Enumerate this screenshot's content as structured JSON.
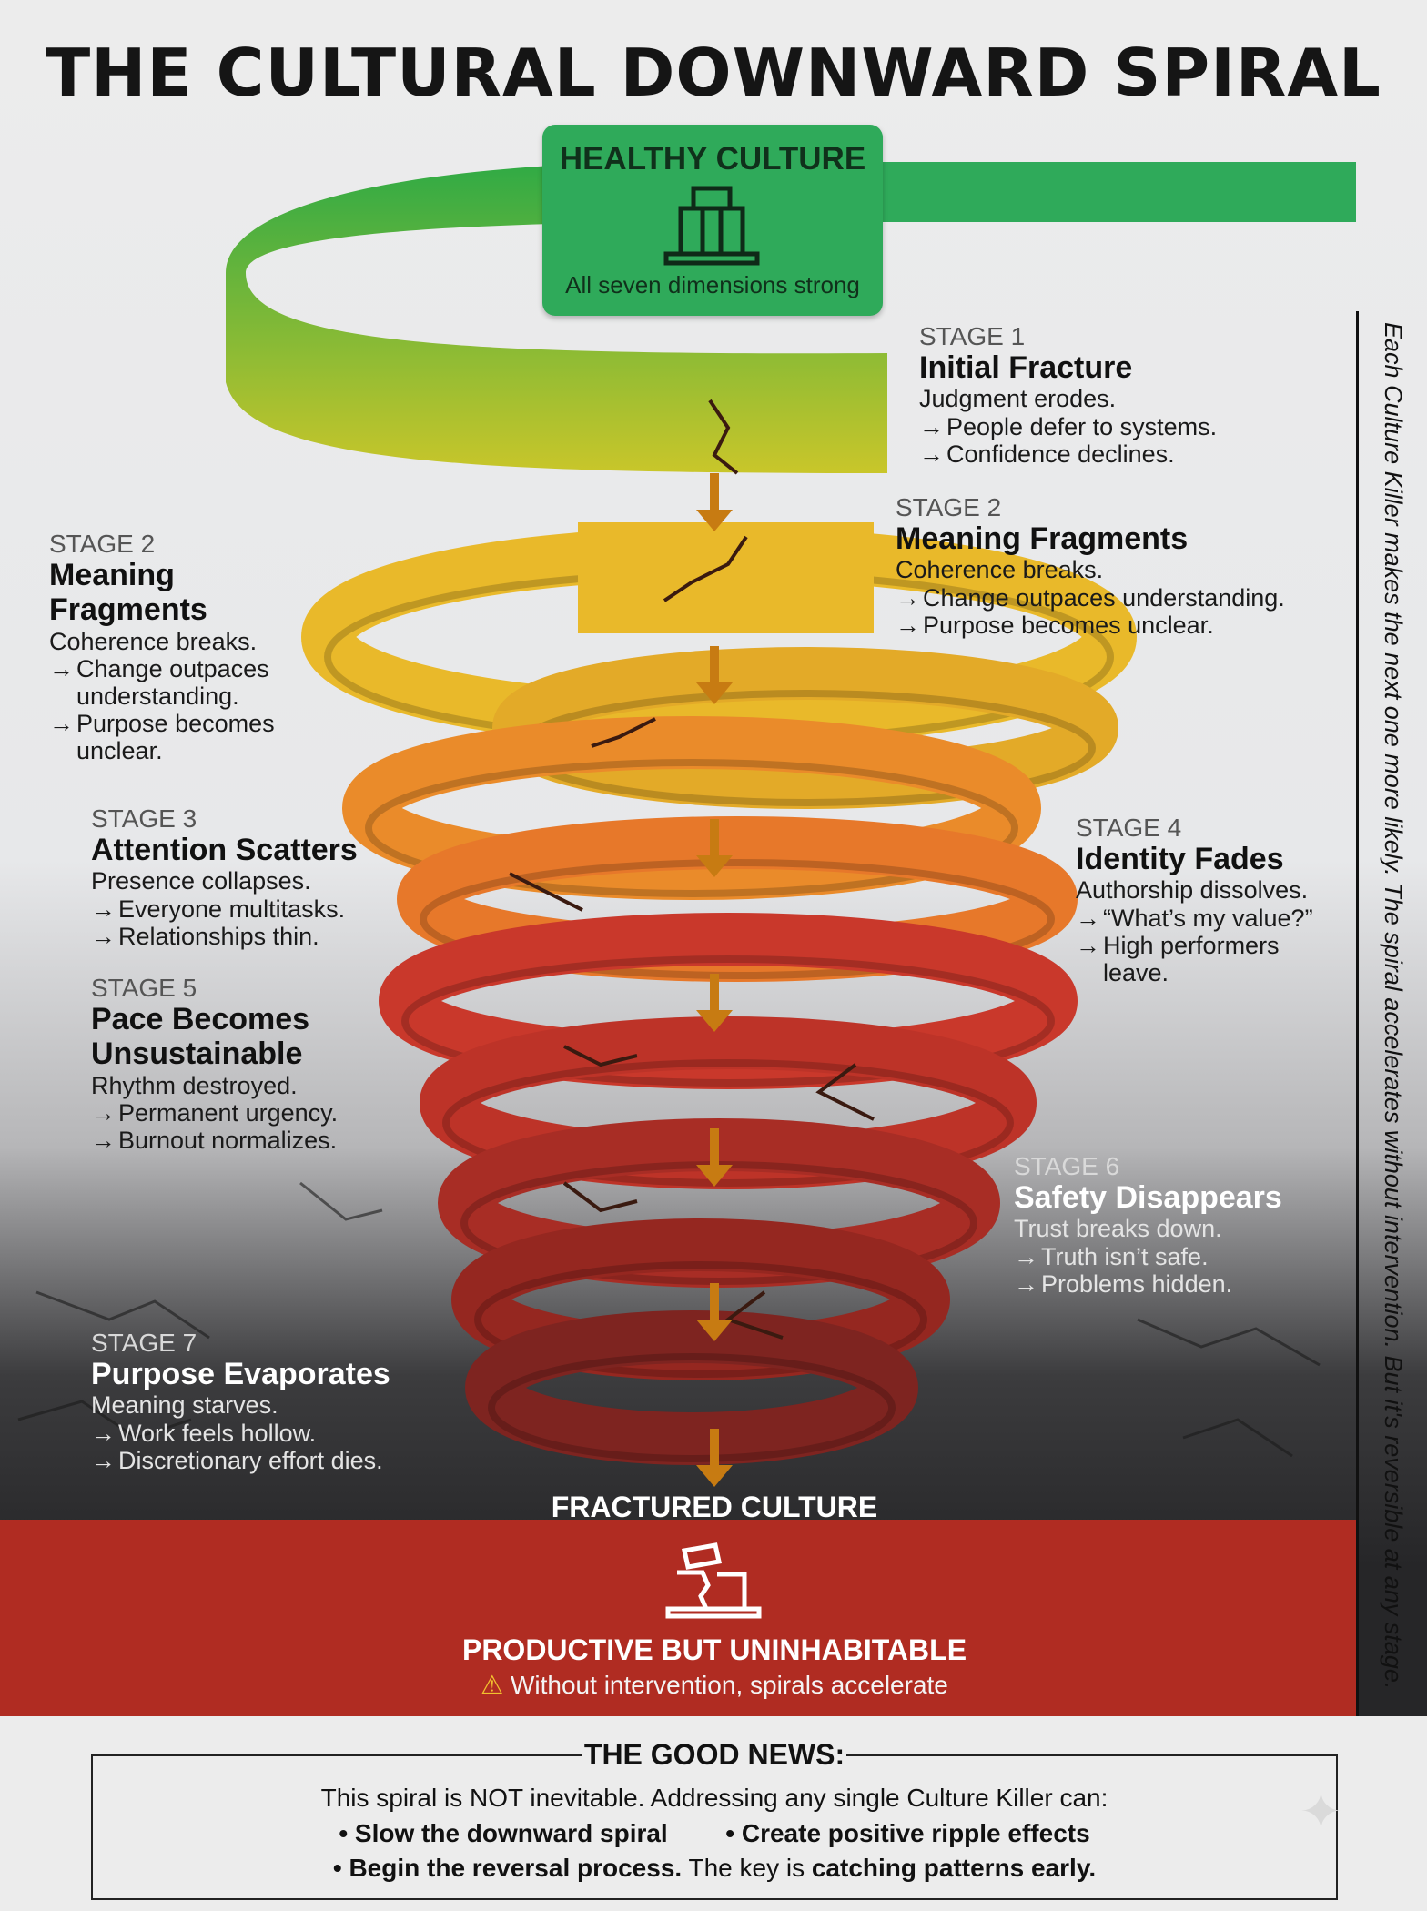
{
  "title": "THE CULTURAL DOWNWARD SPIRAL",
  "top_box": {
    "name": "HEALTHY CULTURE",
    "subtitle": "All seven dimensions strong",
    "icon": "pillars-icon"
  },
  "stages": {
    "s1_right": {
      "num": "STAGE 1",
      "name": "Initial Fracture",
      "desc": "Judgment erodes.",
      "p1": "People defer to systems.",
      "p2": "Confidence declines."
    },
    "s2_right": {
      "num": "STAGE 2",
      "name": "Meaning Fragments",
      "desc": "Coherence breaks.",
      "p1": "Change outpaces understanding.",
      "p2": "Purpose becomes unclear."
    },
    "s2_left": {
      "num": "STAGE 2",
      "name1": "Meaning",
      "name2": "Fragments",
      "desc": "Coherence breaks.",
      "p1a": "Change outpaces",
      "p1b": "understanding.",
      "p2a": "Purpose becomes",
      "p2b": "unclear."
    },
    "s3": {
      "num": "STAGE 3",
      "name": "Attention Scatters",
      "desc": "Presence collapses.",
      "p1": "Everyone multitasks.",
      "p2": "Relationships thin."
    },
    "s4": {
      "num": "STAGE 4",
      "name": "Identity Fades",
      "desc": "Authorship dissolves.",
      "p1": "“What’s my value?”",
      "p2a": "High performers",
      "p2b": "leave."
    },
    "s5": {
      "num": "STAGE 5",
      "name1": "Pace Becomes",
      "name2": "Unsustainable",
      "desc": "Rhythm destroyed.",
      "p1": "Permanent urgency.",
      "p2": "Burnout normalizes."
    },
    "s6": {
      "num": "STAGE 6",
      "name": "Safety Disappears",
      "desc": "Trust breaks down.",
      "p1": "Truth isn’t safe.",
      "p2": "Problems hidden."
    },
    "s7": {
      "num": "STAGE 7",
      "name": "Purpose Evaporates",
      "desc": "Meaning starves.",
      "p1": "Work feels hollow.",
      "p2": "Discretionary effort dies."
    }
  },
  "arrow_glyph": "→",
  "bottom": {
    "title": "FRACTURED CULTURE",
    "subtitle": "PRODUCTIVE BUT UNINHABITABLE",
    "warning": "Without intervention, spirals accelerate",
    "icon": "broken-pillar-icon"
  },
  "side_note": "Each Culture Killer makes the next one more likely. The spiral accelerates without intervention. But it's reversible at any stage.",
  "good_news": {
    "title": "THE GOOD NEWS:",
    "intro": "This spiral is NOT inevitable. Addressing any single Culture Killer can:",
    "b1": "• Slow the downward spiral",
    "b2": "• Create positive ripple effects",
    "b3": "• Begin the reversal process.",
    "b3_tail": "The key is",
    "b3_bold": "catching patterns early."
  },
  "colors": {
    "green": "#2faa5a",
    "yellow": "#e9b92a",
    "orange": "#ea8b2a",
    "red": "#c9382b",
    "dark_red": "#a32a22"
  }
}
